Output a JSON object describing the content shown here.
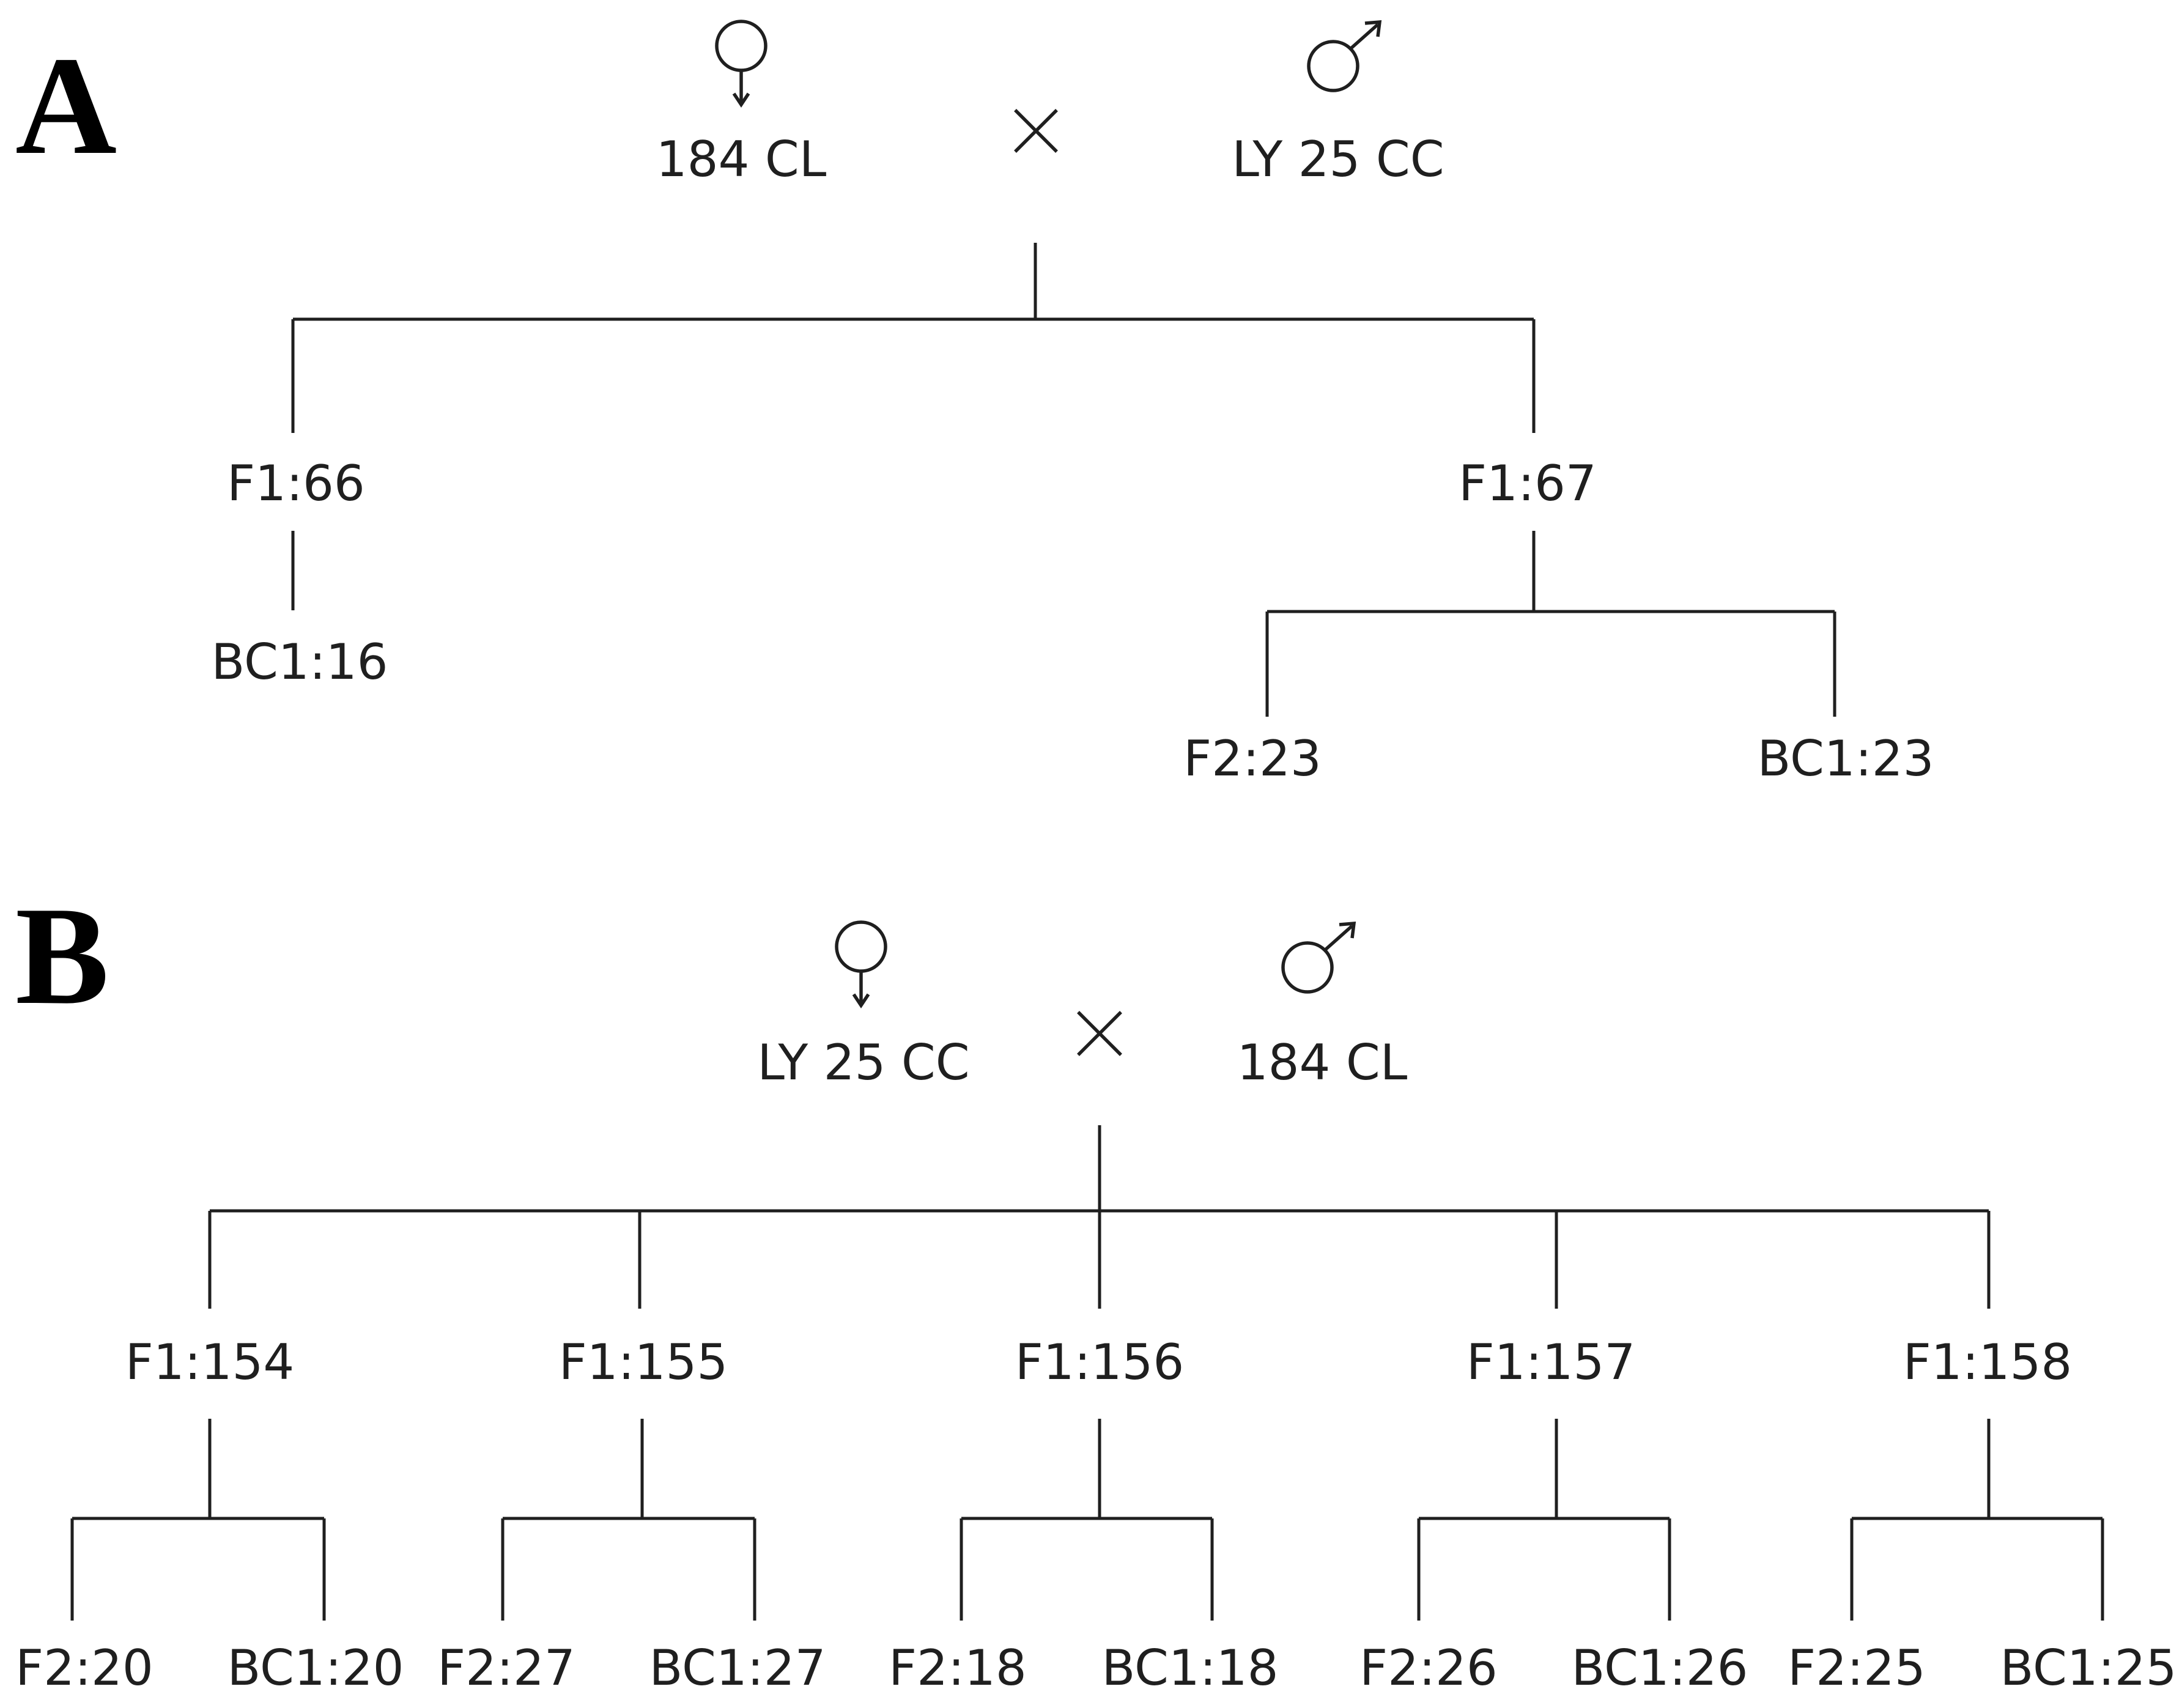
{
  "panels": [
    {
      "letter": "A",
      "female_parent": "184 CL",
      "male_parent": "LY 25 CC",
      "cross_symbol": "×",
      "f1": [
        "F1:66",
        "F1:67"
      ],
      "progeny": [
        [
          "BC1:16"
        ],
        [
          "F2:23",
          "BC1:23"
        ]
      ]
    },
    {
      "letter": "B",
      "female_parent": "LY 25 CC",
      "male_parent": "184 CL",
      "cross_symbol": "×",
      "f1": [
        "F1:154",
        "F1:155",
        "F1:156",
        "F1:157",
        "F1:158"
      ],
      "progeny": [
        [
          "F2:20",
          "BC1:20"
        ],
        [
          "F2:27",
          "BC1:27"
        ],
        [
          "F2:18",
          "BC1:18"
        ],
        [
          "F2:26",
          "BC1:26"
        ],
        [
          "F2:25",
          "BC1:25"
        ]
      ]
    }
  ],
  "icons": {
    "female": "female-symbol-icon",
    "male": "male-symbol-icon"
  }
}
